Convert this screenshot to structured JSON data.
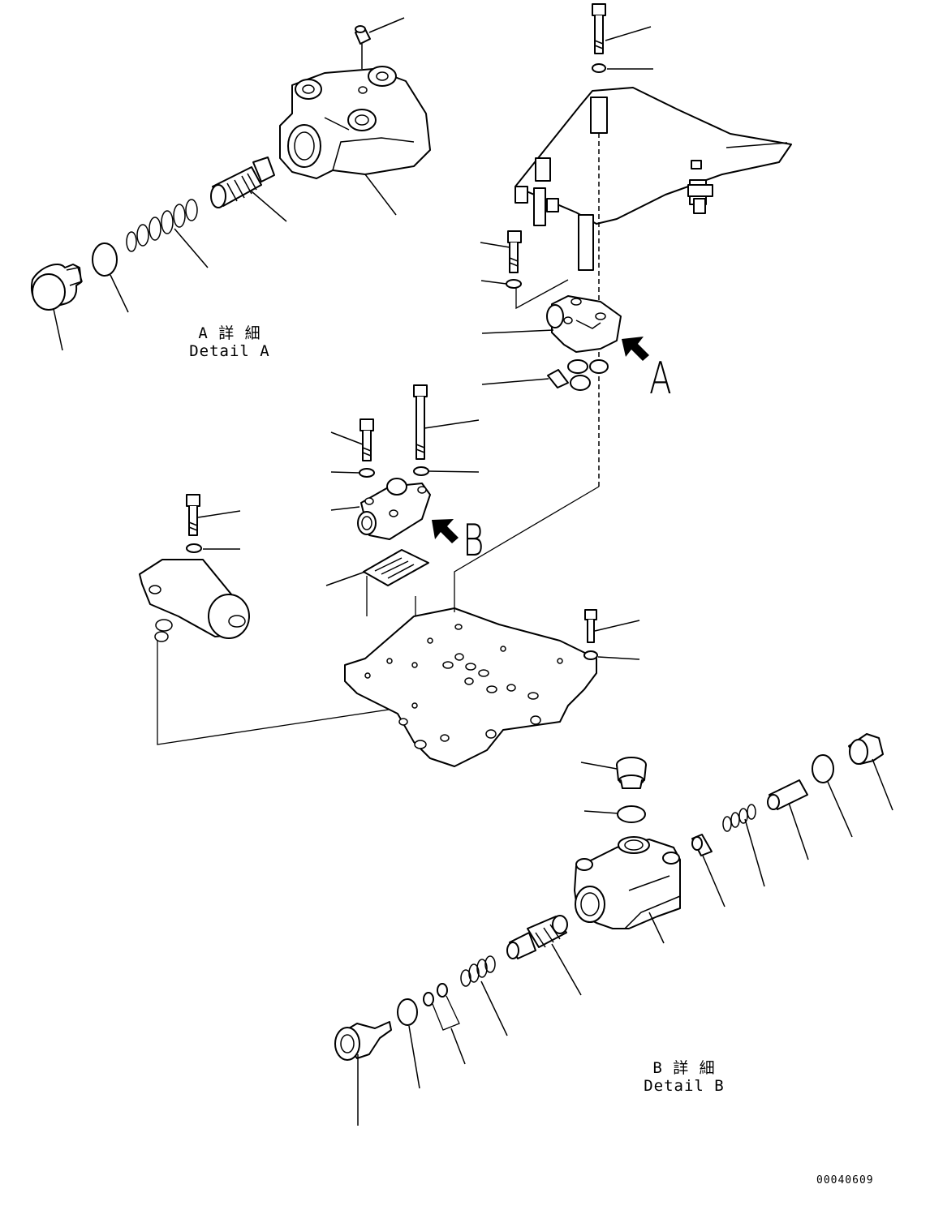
{
  "captions": {
    "detail_a": {
      "jp": "A 詳 細",
      "en": "Detail A"
    },
    "detail_b": {
      "jp": "B 詳 細",
      "en": "Detail B"
    }
  },
  "view_markers": {
    "a": "A",
    "b": "B"
  },
  "document_number": "00040609",
  "colors": {
    "ink": "#000000",
    "paper": "#ffffff"
  }
}
